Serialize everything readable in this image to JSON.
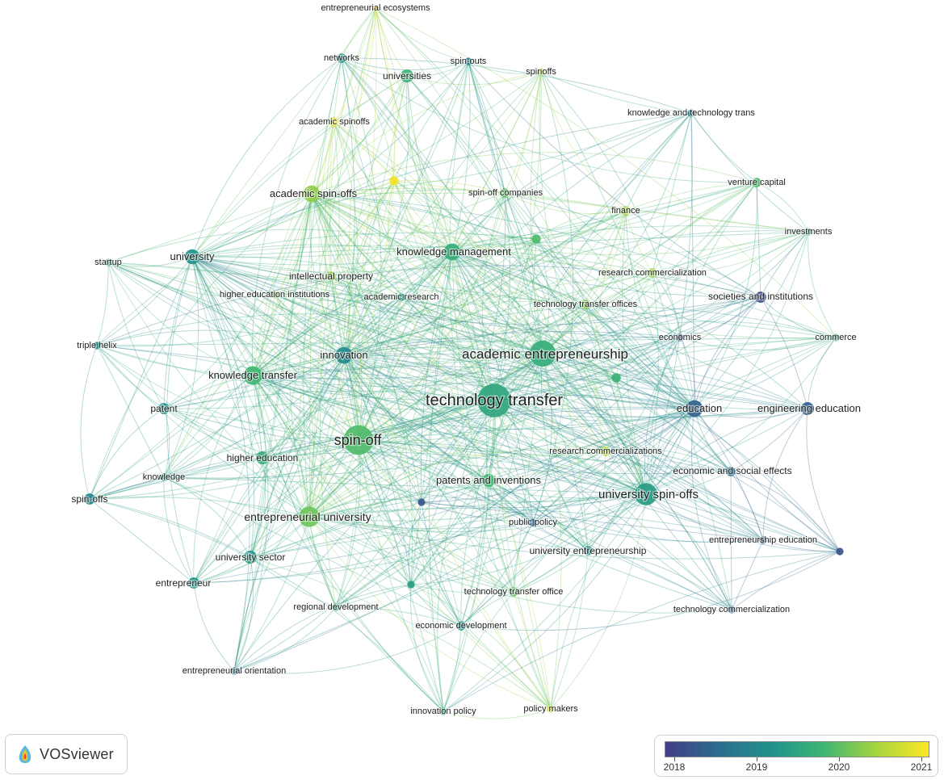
{
  "brand": {
    "name": "VOSviewer"
  },
  "legend": {
    "colors": [
      "#433d86",
      "#2b6c8e",
      "#21918c",
      "#3db673",
      "#a5d43f",
      "#fde725"
    ],
    "ticks": [
      "2018",
      "2019",
      "2020",
      "2021"
    ]
  },
  "nodes": [
    {
      "id": "technology-transfer",
      "label": "technology transfer",
      "year": 2019.5,
      "weight": 18
    },
    {
      "id": "spin-off",
      "label": "spin-off",
      "year": 2019.9,
      "weight": 16
    },
    {
      "id": "academic-entrepreneurship",
      "label": "academic entrepreneurship",
      "year": 2019.6,
      "weight": 14
    },
    {
      "id": "university-spin-offs",
      "label": "university spin-offs",
      "year": 2019.3,
      "weight": 12
    },
    {
      "id": "entrepreneurial-university",
      "label": "entrepreneurial university",
      "year": 2020.1,
      "weight": 11
    },
    {
      "id": "knowledge-transfer",
      "label": "knowledge transfer",
      "year": 2019.8,
      "weight": 10
    },
    {
      "id": "knowledge-management",
      "label": "knowledge management",
      "year": 2019.6,
      "weight": 9
    },
    {
      "id": "innovation",
      "label": "innovation",
      "year": 2019.0,
      "weight": 9
    },
    {
      "id": "academic-spin-offs",
      "label": "academic spin-offs",
      "year": 2020.3,
      "weight": 9
    },
    {
      "id": "university",
      "label": "university",
      "year": 2019.1,
      "weight": 8
    },
    {
      "id": "education",
      "label": "education",
      "year": 2018.3,
      "weight": 9
    },
    {
      "id": "engineering-education",
      "label": "engineering education",
      "year": 2018.3,
      "weight": 7
    },
    {
      "id": "higher-education",
      "label": "higher education",
      "year": 2019.6,
      "weight": 7
    },
    {
      "id": "patents-and-inventions",
      "label": "patents and inventions",
      "year": 2019.8,
      "weight": 7
    },
    {
      "id": "university-sector",
      "label": "university sector",
      "year": 2019.2,
      "weight": 7
    },
    {
      "id": "entrepreneur",
      "label": "entrepreneur",
      "year": 2019.2,
      "weight": 6
    },
    {
      "id": "patent",
      "label": "patent",
      "year": 2019.1,
      "weight": 6
    },
    {
      "id": "spin-offs",
      "label": "spin-offs",
      "year": 2018.9,
      "weight": 6
    },
    {
      "id": "universities",
      "label": "universities",
      "year": 2019.7,
      "weight": 7
    },
    {
      "id": "networks",
      "label": "networks",
      "year": 2019.1,
      "weight": 5
    },
    {
      "id": "spin-outs",
      "label": "spin-outs",
      "year": 2018.9,
      "weight": 4
    },
    {
      "id": "spinoffs",
      "label": "spinoffs",
      "year": 2020.6,
      "weight": 4
    },
    {
      "id": "entrepreneurial-ecosystems",
      "label": "entrepreneurial ecosystems",
      "year": 2021.0,
      "weight": 3
    },
    {
      "id": "academic-spinoffs",
      "label": "academic spinoffs",
      "year": 2020.9,
      "weight": 5
    },
    {
      "id": "spin-off-companies",
      "label": "spin-off companies",
      "year": 2020.0,
      "weight": 5
    },
    {
      "id": "finance",
      "label": "finance",
      "year": 2020.4,
      "weight": 5
    },
    {
      "id": "venture-capital",
      "label": "venture capital",
      "year": 2019.9,
      "weight": 5
    },
    {
      "id": "investments",
      "label": "investments",
      "year": 2019.7,
      "weight": 4
    },
    {
      "id": "knowledge-and-technology-trans",
      "label": "knowledge and technology trans",
      "year": 2018.6,
      "weight": 4
    },
    {
      "id": "startup",
      "label": "startup",
      "year": 2019.6,
      "weight": 4
    },
    {
      "id": "intellectual-property",
      "label": "intellectual property",
      "year": 2020.3,
      "weight": 5
    },
    {
      "id": "higher-education-institutions",
      "label": "higher education institutions",
      "year": 2020.2,
      "weight": 4
    },
    {
      "id": "academic-research",
      "label": "academic research",
      "year": 2019.3,
      "weight": 4
    },
    {
      "id": "research-commercialization",
      "label": "research commercialization",
      "year": 2020.4,
      "weight": 5
    },
    {
      "id": "technology-transfer-offices",
      "label": "technology transfer offices",
      "year": 2020.2,
      "weight": 5
    },
    {
      "id": "societies-and-institutions",
      "label": "societies and institutions",
      "year": 2018.0,
      "weight": 6
    },
    {
      "id": "economics",
      "label": "economics",
      "year": 2018.1,
      "weight": 4
    },
    {
      "id": "commerce",
      "label": "commerce",
      "year": 2019.6,
      "weight": 4
    },
    {
      "id": "triple-helix",
      "label": "triple helix",
      "year": 2019.0,
      "weight": 4
    },
    {
      "id": "knowledge",
      "label": "knowledge",
      "year": 2019.3,
      "weight": 4
    },
    {
      "id": "research-commercializations",
      "label": "research commercializations",
      "year": 2020.6,
      "weight": 5
    },
    {
      "id": "economic-and-social-effects",
      "label": "economic and social effects",
      "year": 2018.5,
      "weight": 5
    },
    {
      "id": "public-policy",
      "label": "public policy",
      "year": 2018.3,
      "weight": 4
    },
    {
      "id": "university-entrepreneurship",
      "label": "university entrepreneurship",
      "year": 2019.0,
      "weight": 5
    },
    {
      "id": "entrepreneurship-education",
      "label": "entrepreneurship education",
      "year": 2018.2,
      "weight": 4
    },
    {
      "id": "technology-transfer-office",
      "label": "technology transfer office",
      "year": 2020.0,
      "weight": 5
    },
    {
      "id": "technology-commercialization",
      "label": "technology commercialization",
      "year": 2018.5,
      "weight": 4
    },
    {
      "id": "regional-development",
      "label": "regional development",
      "year": 2019.7,
      "weight": 4
    },
    {
      "id": "economic-development",
      "label": "economic development",
      "year": 2019.2,
      "weight": 5
    },
    {
      "id": "entrepreneurial-orientation",
      "label": "entrepreneurial orientation",
      "year": 2018.7,
      "weight": 4
    },
    {
      "id": "innovation-policy",
      "label": "innovation policy",
      "year": 2019.6,
      "weight": 4
    },
    {
      "id": "policy-makers",
      "label": "policy makers",
      "year": 2020.7,
      "weight": 4
    },
    {
      "id": "unlabeled-yellow",
      "label": "",
      "year": 2021.0,
      "weight": 5
    },
    {
      "id": "unlabeled-green-1",
      "label": "",
      "year": 2019.9,
      "weight": 5
    },
    {
      "id": "unlabeled-green-2",
      "label": "",
      "year": 2019.7,
      "weight": 5
    },
    {
      "id": "unlabeled-purple",
      "label": "",
      "year": 2018.2,
      "weight": 4
    },
    {
      "id": "unlabeled-teal",
      "label": "",
      "year": 2019.3,
      "weight": 4
    },
    {
      "id": "unlabeled-purple-2",
      "label": "",
      "year": 2018.1,
      "weight": 4
    }
  ]
}
